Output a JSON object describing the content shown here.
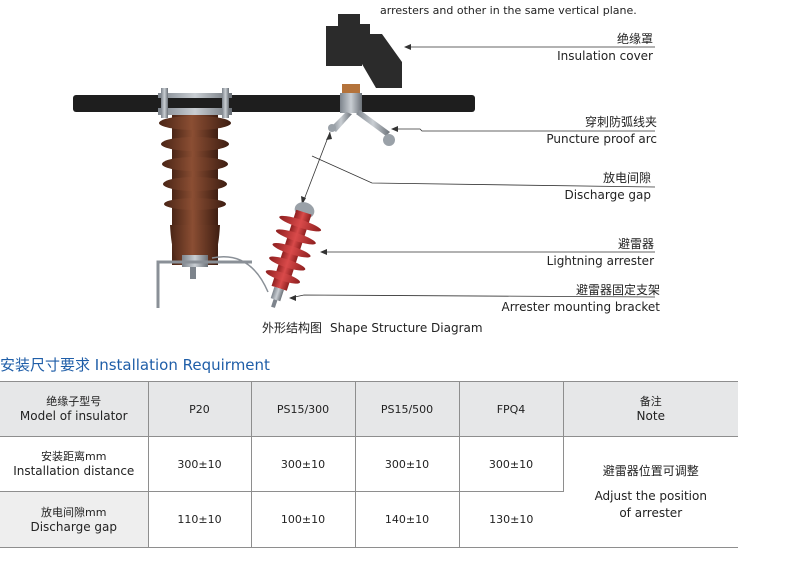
{
  "top_note": "arresters and other in the same vertical plane.",
  "callouts": {
    "insulation_cover": {
      "zh": "绝缘罩",
      "en": "Insulation cover"
    },
    "puncture_clamp": {
      "zh": "穿刺防弧线夹",
      "en": "Puncture proof arc"
    },
    "discharge_gap": {
      "zh": "放电间隙",
      "en": "Discharge gap"
    },
    "arrester": {
      "zh": "避雷器",
      "en": "Lightning arrester"
    },
    "bracket": {
      "zh": "避雷器固定支架",
      "en": "Arrester mounting bracket"
    }
  },
  "caption": {
    "zh": "外形结构图",
    "en": "Shape Structure Diagram"
  },
  "section_title": "安装尺寸要求 Installation Requirment",
  "table": {
    "header": {
      "model": {
        "zh": "绝缘子型号",
        "en": "Model of insulator"
      },
      "cols": [
        "P20",
        "PS15/300",
        "PS15/500",
        "FPQ4"
      ],
      "note": {
        "zh": "备注",
        "en": "Note"
      }
    },
    "rows": [
      {
        "zh": "安装距离mm",
        "en": "Installation distance",
        "values": [
          "300±10",
          "300±10",
          "300±10",
          "300±10"
        ]
      },
      {
        "zh": "放电间隙mm",
        "en": "Discharge gap",
        "values": [
          "110±10",
          "100±10",
          "140±10",
          "130±10"
        ]
      }
    ],
    "note_text": {
      "zh": "避雷器位置可调整",
      "en_1": "Adjust the position",
      "en_2": "of arrester"
    }
  },
  "colors": {
    "insulator": "#6b3a26",
    "arrester": "#c43a3a",
    "conductor": "#1e1e1e",
    "title_blue": "#1f5ea8",
    "table_head": "#e6e7e8"
  }
}
